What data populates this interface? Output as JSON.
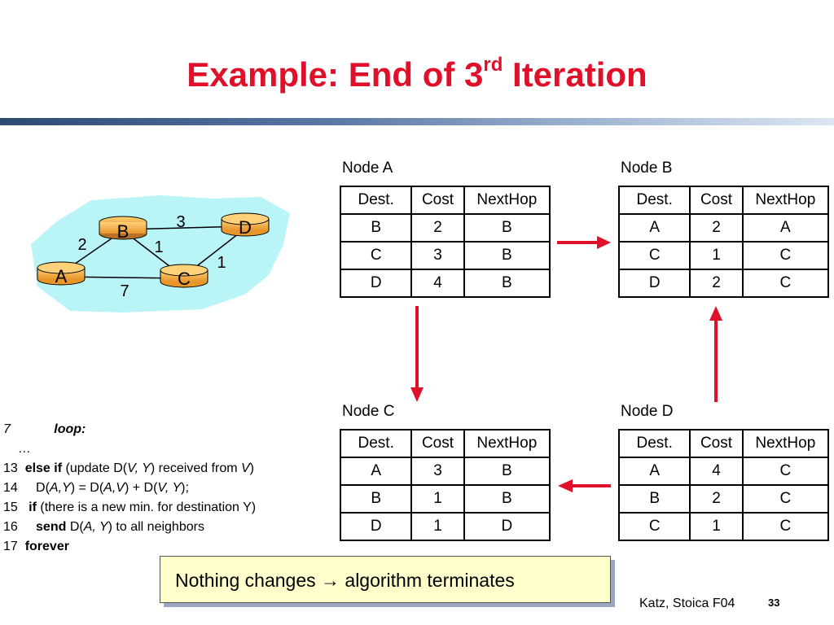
{
  "slide": {
    "title_pre": "Example: End of 3",
    "title_sup": "rd",
    "title_post": " Iteration",
    "footer": "Katz, Stoica F04",
    "page_number": "33",
    "note": "Nothing changes → algorithm terminates"
  },
  "network": {
    "nodes": [
      "A",
      "B",
      "C",
      "D"
    ],
    "edges": [
      {
        "from": "B",
        "to": "D",
        "cost": "3"
      },
      {
        "from": "A",
        "to": "B",
        "cost": "2"
      },
      {
        "from": "B",
        "to": "C",
        "cost": "1"
      },
      {
        "from": "C",
        "to": "D",
        "cost": "1"
      },
      {
        "from": "A",
        "to": "C",
        "cost": "7"
      }
    ]
  },
  "tables": {
    "headers": [
      "Dest.",
      "Cost",
      "NextHop"
    ],
    "node_a": {
      "label": "Node A",
      "rows": [
        [
          "B",
          "2",
          "B"
        ],
        [
          "C",
          "3",
          "B"
        ],
        [
          "D",
          "4",
          "B"
        ]
      ]
    },
    "node_b": {
      "label": "Node B",
      "rows": [
        [
          "A",
          "2",
          "A"
        ],
        [
          "C",
          "1",
          "C"
        ],
        [
          "D",
          "2",
          "C"
        ]
      ]
    },
    "node_c": {
      "label": "Node C",
      "rows": [
        [
          "A",
          "3",
          "B"
        ],
        [
          "B",
          "1",
          "B"
        ],
        [
          "D",
          "1",
          "D"
        ]
      ]
    },
    "node_d": {
      "label": "Node D",
      "rows": [
        [
          "A",
          "4",
          "C"
        ],
        [
          "B",
          "2",
          "C"
        ],
        [
          "C",
          "1",
          "C"
        ]
      ]
    }
  },
  "algorithm": {
    "lines": [
      {
        "num": "7",
        "text": "loop:"
      },
      {
        "num": "",
        "text": "…"
      },
      {
        "num": "13",
        "text": "else if (update D(V, Y) received from V)"
      },
      {
        "num": "14",
        "text": "D(A,Y) = D(A,V) + D(V, Y);"
      },
      {
        "num": "15",
        "text": "if (there is a new min. for destination Y)"
      },
      {
        "num": "16",
        "text": "send D(A, Y) to all neighbors"
      },
      {
        "num": "17",
        "text": "forever"
      }
    ]
  },
  "colors": {
    "title": "#e0102b",
    "arrow": "#e0102b",
    "cloud": "#b9f4f7",
    "router": "#f2a93a",
    "note_bg": "#ffffcc"
  }
}
